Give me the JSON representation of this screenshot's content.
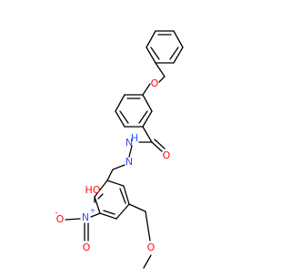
{
  "molecule": {
    "bond_color": "#000000",
    "atoms": [
      {
        "id": "O_ether",
        "label": "O",
        "color": "#ff0d0d"
      },
      {
        "id": "O_carbonyl",
        "label": "O",
        "color": "#ff0d0d"
      },
      {
        "id": "NH",
        "label": "H",
        "sub": "N",
        "color": "#3050f8"
      },
      {
        "id": "N_imine",
        "label": "N",
        "color": "#3050f8"
      },
      {
        "id": "OH",
        "label": "HO",
        "color": "#ff0d0d"
      },
      {
        "id": "N_nitro",
        "label": "N",
        "charge": "+",
        "color": "#3050f8"
      },
      {
        "id": "O_nitro_a",
        "label": "O",
        "charge": "-",
        "color": "#ff0d0d"
      },
      {
        "id": "O_nitro_b",
        "label": "O",
        "color": "#ff0d0d"
      },
      {
        "id": "O_methoxy",
        "label": "O",
        "color": "#ff0d0d"
      }
    ]
  }
}
